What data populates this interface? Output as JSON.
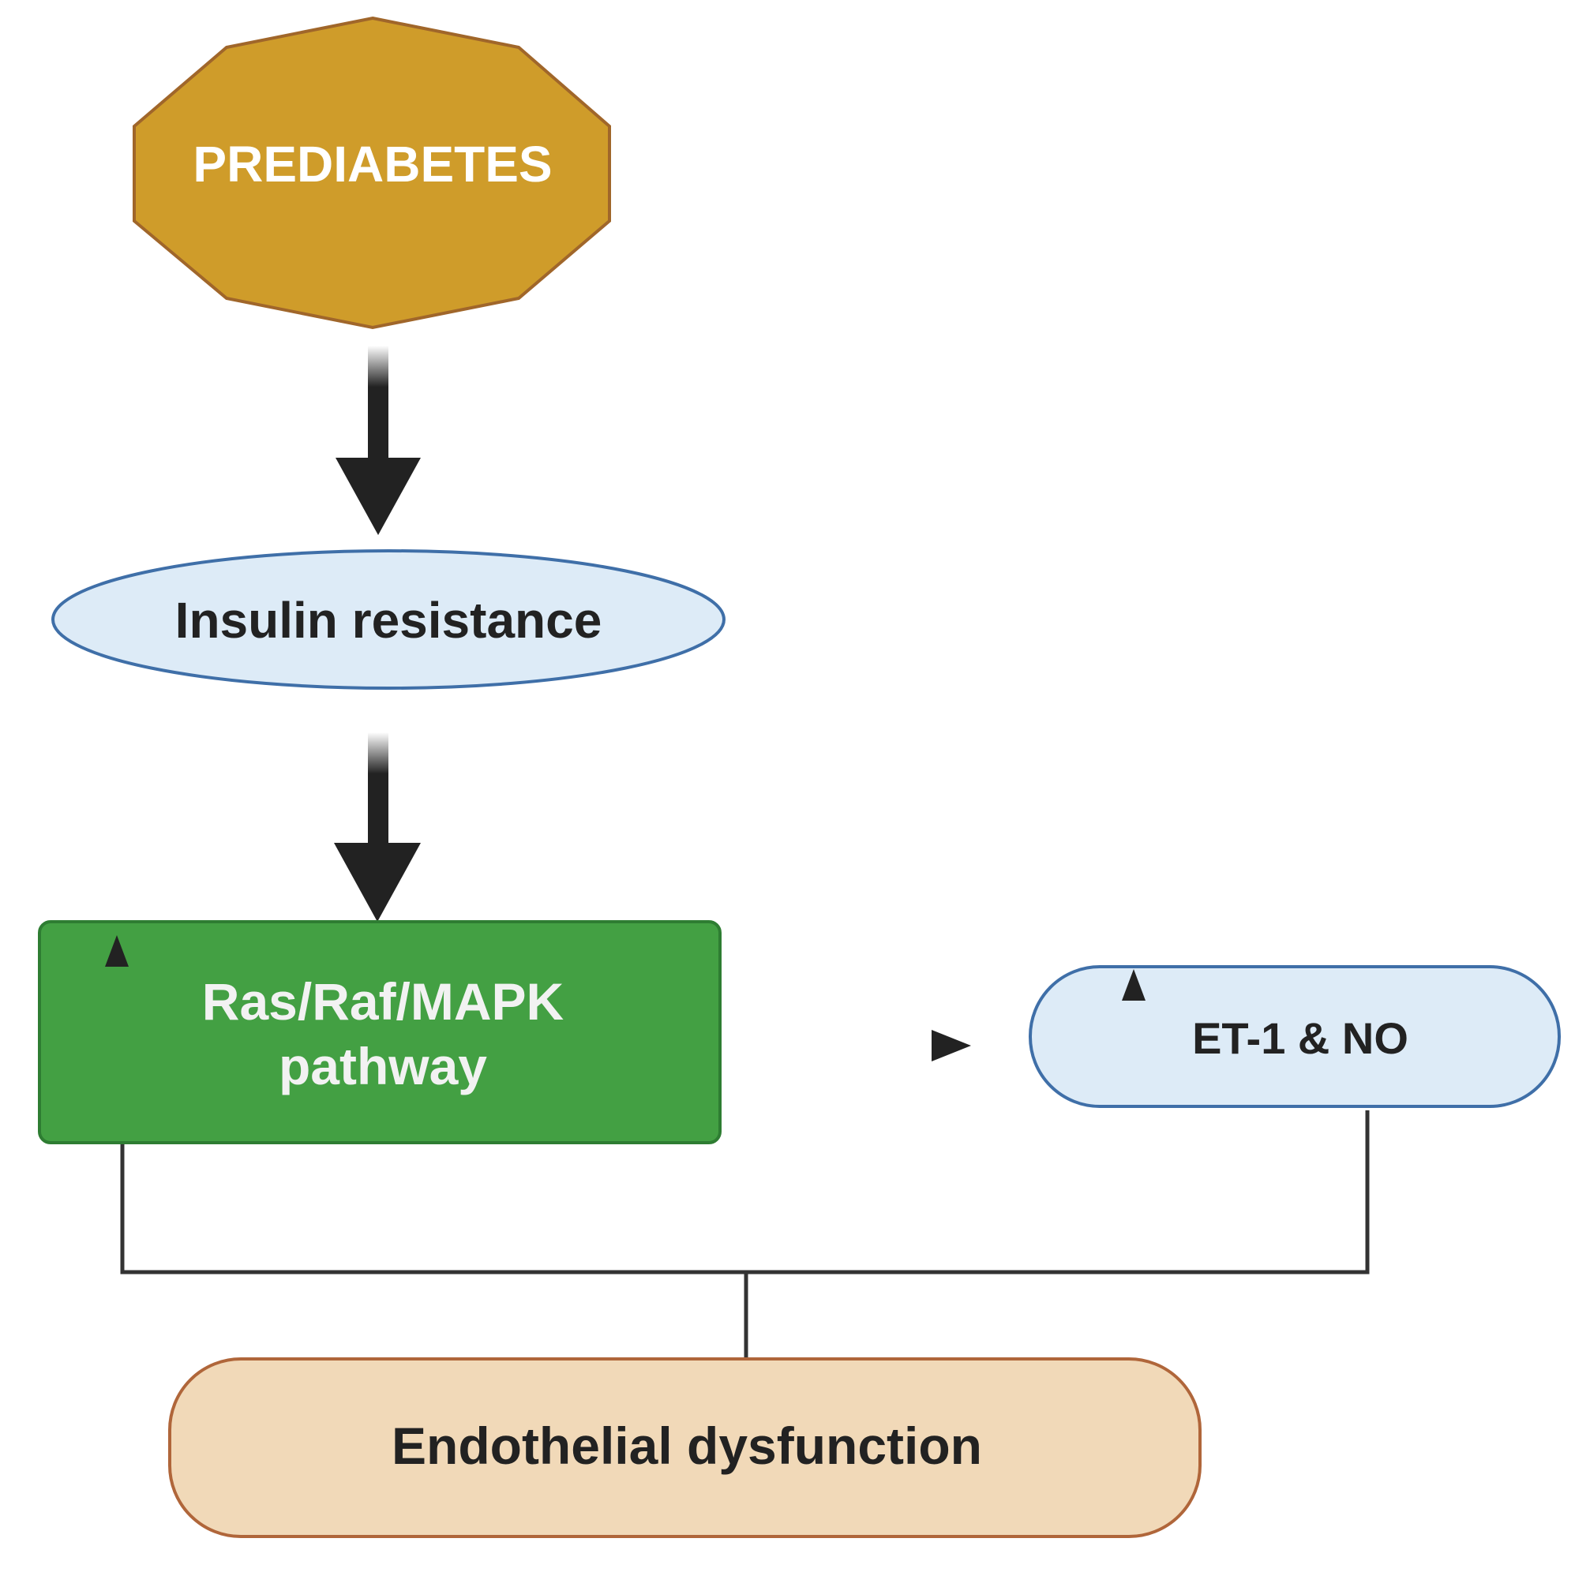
{
  "nodes": {
    "prediabetes": {
      "label": "PREDIABETES"
    },
    "insulin_resistance": {
      "label": "Insulin resistance"
    },
    "mapk_pathway": {
      "line1": "Ras/Raf/MAPK",
      "line2": "pathway"
    },
    "et1_no": {
      "label": "ET-1 & NO"
    },
    "endothelial_dysfunction": {
      "label": "Endothelial dysfunction"
    }
  },
  "colors": {
    "prediabetes_fill": "#CF9C2A",
    "prediabetes_stroke": "#A0662A",
    "prediabetes_text": "#FFFFFF",
    "ellipse_fill": "#DDEBF7",
    "ellipse_stroke": "#3F6FA8",
    "mapk_fill": "#43A043",
    "mapk_stroke": "#2E7D32",
    "mapk_text": "#F2F2F2",
    "endothelial_fill": "#F1D9B8",
    "endothelial_stroke": "#B0663A",
    "dark_text": "#222222",
    "arrow": "#222222"
  }
}
